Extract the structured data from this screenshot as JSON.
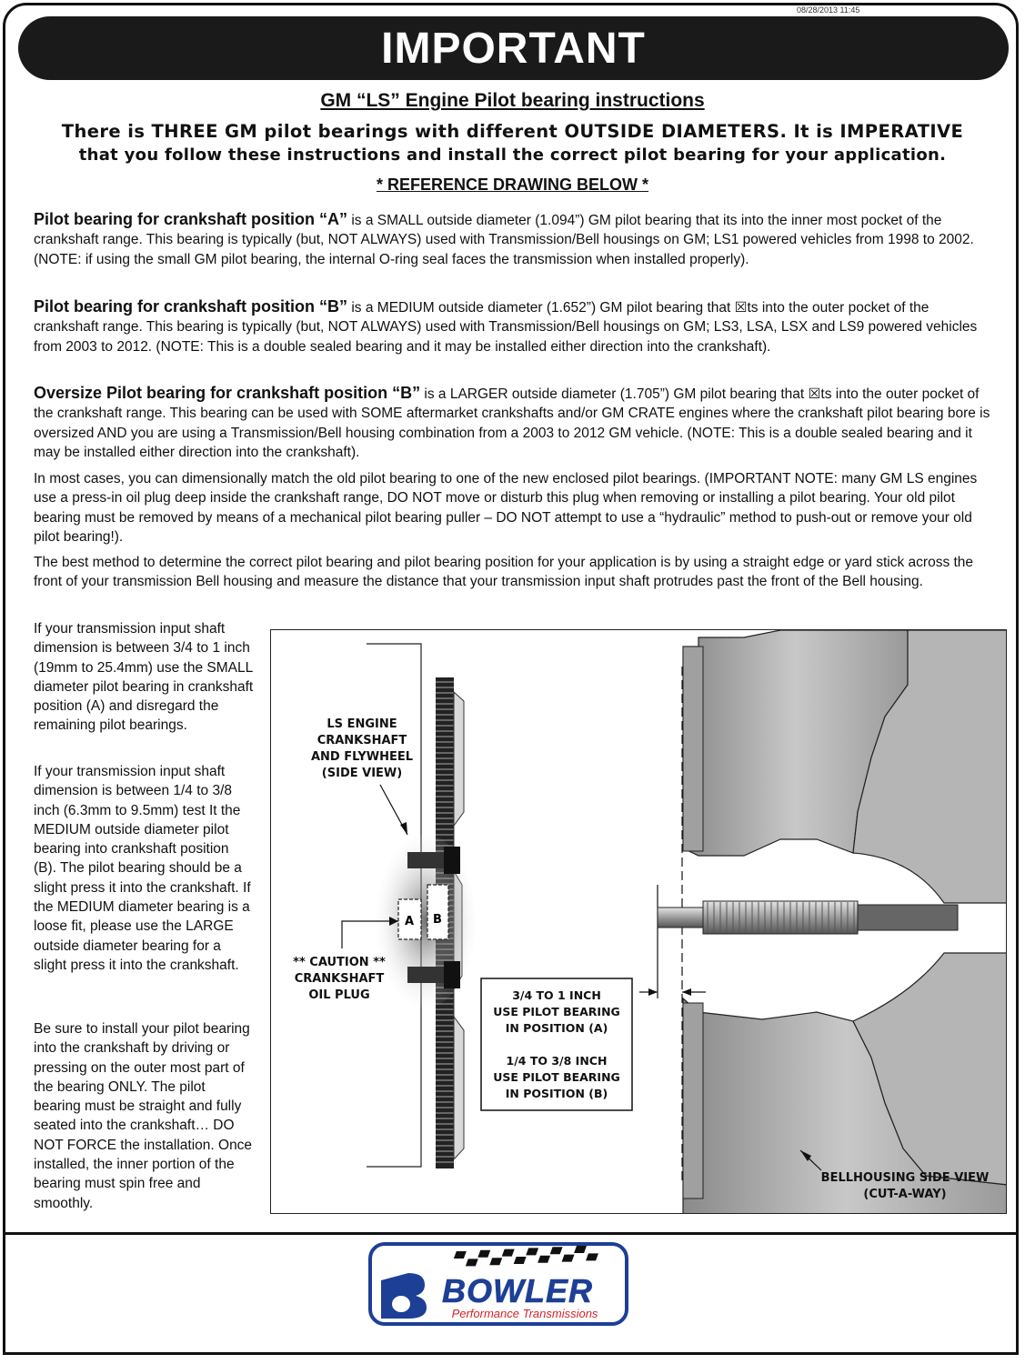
{
  "timestamp": "08/28/2013 11:45",
  "banner": "IMPORTANT",
  "title": "GM “LS” Engine Pilot bearing instructions",
  "intro_line1": "There is THREE GM pilot bearings with different OUTSIDE DIAMETERS. It is IMPERATIVE",
  "intro_line2": "that you follow these instructions and install the correct pilot bearing for your application.",
  "reference": "* REFERENCE DRAWING BELOW *",
  "sections": [
    {
      "heading": "Pilot bearing for crankshaft position “A”",
      "text": " is a SMALL outside diameter (1.094”) GM pilot bearing that its into the inner most pocket of the crankshaft   range. This bearing is typically (but, NOT ALWAYS) used with Transmission/Bell housings on GM; LS1 powered vehicles from 1998 to 2002.  (NOTE: if using the small GM pilot bearing, the internal O-ring seal faces the transmission when installed properly)."
    },
    {
      "heading": "Pilot bearing for crankshaft position “B”",
      "text": " is a MEDIUM outside diameter (1.652”) GM pilot bearing that ☒ts into the outer pocket of the crankshaft   range. This bearing is typically (but, NOT ALWAYS) used with Transmission/Bell housings on GM; LS3, LSA, LSX and LS9 powered vehicles from 2003 to 2012.  (NOTE: This is a double sealed bearing and it may be installed either direction into the crankshaft)."
    },
    {
      "heading": "Oversize Pilot bearing for crankshaft position “B”",
      "text": " is a LARGER outside diameter (1.705”) GM pilot bearing that ☒ts into the outer pocket of the crankshaft range. This bearing can be used with SOME aftermarket crankshafts and/or GM CRATE engines where the crankshaft pilot bearing bore is oversized AND you are using a Transmission/Bell housing combination from a 2003 to 2012 GM vehicle. (NOTE: This is a double sealed bearing and it may be installed either direction into the crankshaft)."
    }
  ],
  "para_most_cases": "In most cases, you can dimensionally match the old pilot bearing to one of the new enclosed pilot bearings. (IMPORTANT NOTE: many GM LS engines use a press-in oil plug deep inside the crankshaft   range, DO NOT move or disturb this plug when removing or installing a pilot bearing.  Your old pilot bearing must be removed by means of a mechanical pilot bearing puller – DO NOT attempt to use a “hydraulic” method to push-out or remove your old pilot bearing!).",
  "para_best_method": "The best method to determine the correct pilot bearing and pilot bearing position for your application is by using a straight edge or yard stick across the front of your transmission Bell housing and measure the distance that your transmission input shaft protrudes past the front of the Bell housing.",
  "side_para1": "If your transmission input shaft dimension is between 3/4 to 1 inch (19mm to 25.4mm) use the SMALL diameter pilot bearing in crankshaft position (A) and disregard the remaining pilot bearings.",
  "side_para2": "If your transmission input shaft dimension is between 1/4 to 3/8 inch (6.3mm to 9.5mm) test    It the MEDIUM outside diameter pilot bearing into crankshaft position (B).  The pilot bearing should be a slight press   it into the crankshaft.  If the MEDIUM diameter bearing is a loose   fit, please use the LARGE outside diameter bearing for a slight press it into the crankshaft.",
  "side_para3": "Be sure to install your pilot bearing into the crankshaft by driving or pressing on the outer most part of the bearing ONLY.  The pilot bearing must be straight and fully seated into the crankshaft… DO NOT FORCE the installation.  Once installed, the inner portion of the bearing must spin free and smoothly.",
  "diagram": {
    "engine_label": [
      "LS ENGINE",
      "CRANKSHAFT",
      "AND FLYWHEEL",
      "(SIDE VIEW)"
    ],
    "caution_label": [
      "** CAUTION **",
      "CRANKSHAFT",
      "OIL PLUG"
    ],
    "pos_a": "A",
    "pos_b": "B",
    "box_lines": [
      "3/4 TO 1 INCH",
      "USE PILOT BEARING",
      "IN POSITION (A)",
      "",
      "1/4 TO 3/8 INCH",
      "USE PILOT BEARING",
      "IN POSITION (B)"
    ],
    "bell_label": [
      "BELLHOUSING SIDE VIEW",
      "(CUT-A-WAY)"
    ]
  },
  "logo": {
    "brand": "BOWLER",
    "tagline": "Performance Transmissions",
    "blue": "#1d3f95",
    "red": "#d3232a"
  }
}
